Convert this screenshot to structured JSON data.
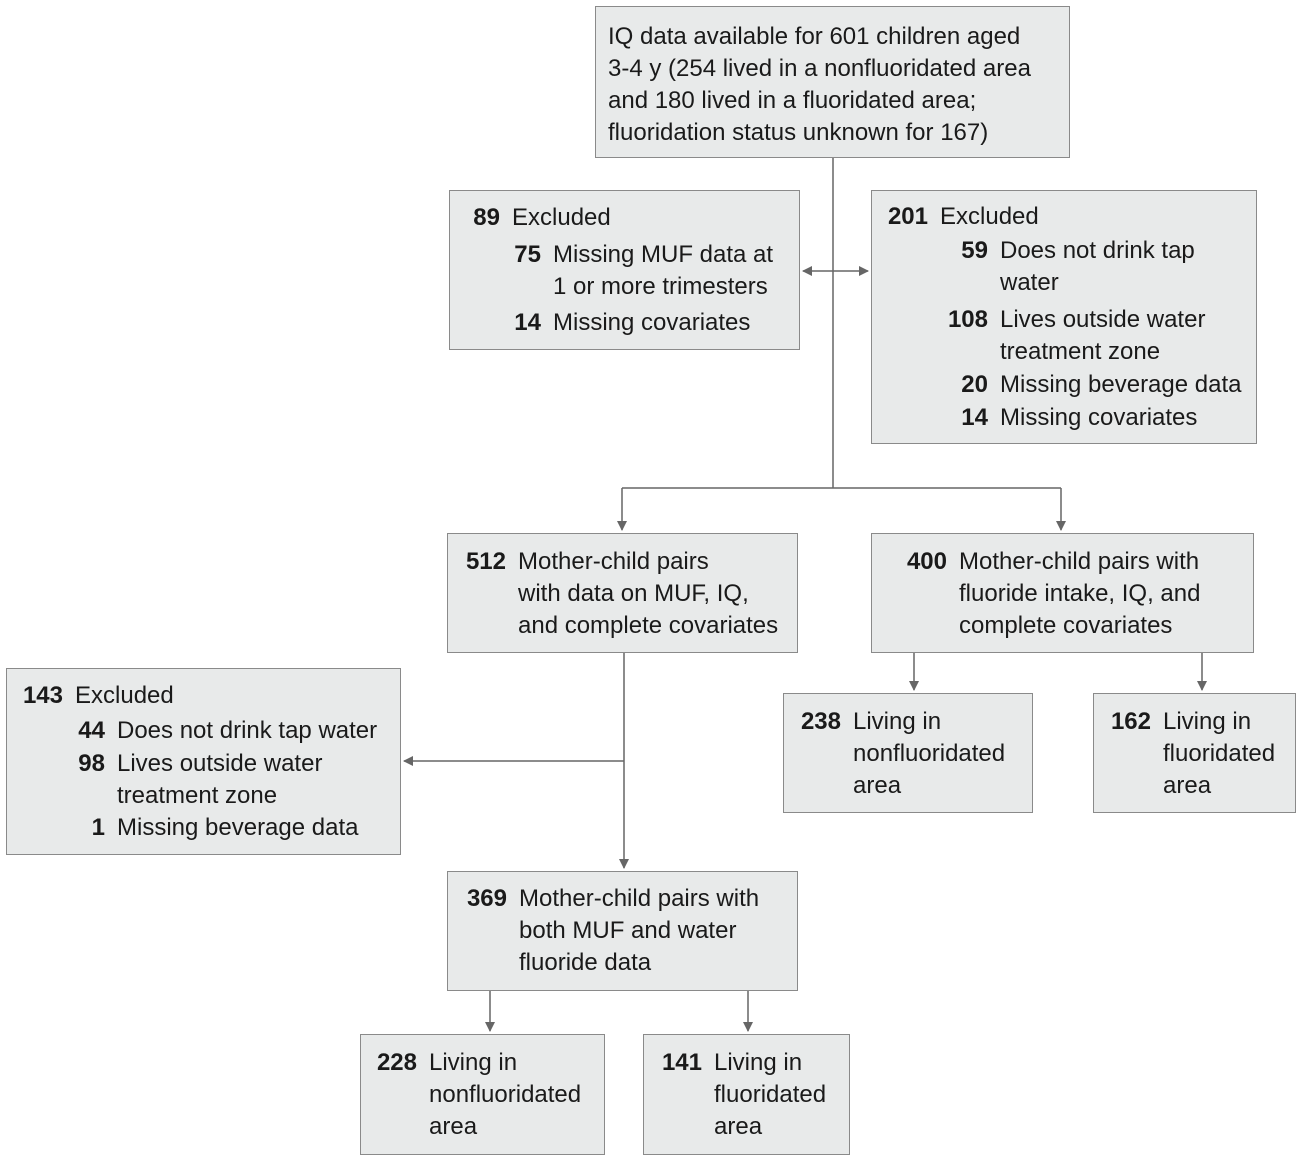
{
  "boxes": {
    "top": {
      "lines": [
        "IQ data available for 601 children aged",
        "3-4 y (254 lived in a nonfluoridated area",
        "and 180 lived in a fluoridated area;",
        "fluoridation status unknown for 167)"
      ]
    },
    "excl_muf": {
      "count": "89",
      "label": "Excluded",
      "items": [
        {
          "count": "75",
          "lines": [
            "Missing MUF data at",
            "1 or more trimesters"
          ]
        },
        {
          "count": "14",
          "lines": [
            "Missing covariates"
          ]
        }
      ]
    },
    "excl_intake": {
      "count": "201",
      "label": "Excluded",
      "items": [
        {
          "count": "59",
          "lines": [
            "Does not drink tap",
            "water"
          ]
        },
        {
          "count": "108",
          "lines": [
            "Lives outside water",
            "treatment zone"
          ]
        },
        {
          "count": "20",
          "lines": [
            "Missing beverage data"
          ]
        },
        {
          "count": "14",
          "lines": [
            "Missing covariates"
          ]
        }
      ]
    },
    "muf_pairs": {
      "count": "512",
      "lines": [
        "Mother-child pairs",
        "with data on MUF, IQ,",
        "and complete covariates"
      ]
    },
    "intake_pairs": {
      "count": "400",
      "lines": [
        "Mother-child pairs with",
        "fluoride intake, IQ, and",
        "complete covariates"
      ]
    },
    "excl_water": {
      "count": "143",
      "label": "Excluded",
      "items": [
        {
          "count": "44",
          "lines": [
            "Does not drink tap water"
          ]
        },
        {
          "count": "98",
          "lines": [
            "Lives outside water",
            "treatment zone"
          ]
        },
        {
          "count": "1",
          "lines": [
            "Missing beverage data"
          ]
        }
      ]
    },
    "intake_nonfluor": {
      "count": "238",
      "lines": [
        "Living in",
        "nonfluoridated",
        "area"
      ]
    },
    "intake_fluor": {
      "count": "162",
      "lines": [
        "Living in",
        "fluoridated",
        "area"
      ]
    },
    "both_pairs": {
      "count": "369",
      "lines": [
        "Mother-child pairs with",
        "both MUF and water",
        "fluoride data"
      ]
    },
    "both_nonfluor": {
      "count": "228",
      "lines": [
        "Living in",
        "nonfluoridated",
        "area"
      ]
    },
    "both_fluor": {
      "count": "141",
      "lines": [
        "Living in",
        "fluoridated",
        "area"
      ]
    }
  },
  "colors": {
    "box_fill": "#e8eaea",
    "box_border": "#8a8a8a",
    "connector": "#666666",
    "text": "#1a1a1a"
  }
}
